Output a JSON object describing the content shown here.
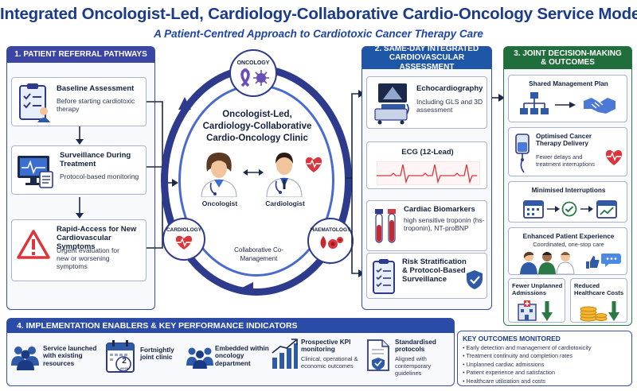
{
  "header": {
    "title": "Integrated Oncologist-Led, Cardiology-Collaborative Cardio-Oncology Service Model",
    "subtitle": "A Patient-Centred Approach to Cardiotoxic Cancer Therapy Care"
  },
  "referral": {
    "heading": "1. PATIENT REFERRAL PATHWAYS",
    "cards": [
      {
        "title": "Baseline Assessment",
        "text": "Before starting cardiotoxic therapy"
      },
      {
        "title": "Surveillance During Treatment",
        "text": "Protocol-based monitoring"
      },
      {
        "title": "Rapid-Access for New Cardiovascular Symptoms",
        "text": "Urgent evaluation for new or worsening symptoms"
      }
    ]
  },
  "clinic": {
    "title": "Oncologist-Led, Cardiology-Collaborative Cardio-Oncology Clinic",
    "oncologist_label": "Oncologist",
    "cardiologist_label": "Cardiologist",
    "co_management": "Collaborative Co-Management",
    "badges": {
      "oncology": "ONCOLOGY",
      "cardiology": "CARDIOLOGY",
      "haematology": "HAEMATOLOGY"
    }
  },
  "assessment": {
    "heading": "2. SAME-DAY INTEGRATED CARDIOVASCULAR ASSESSMENT",
    "cards": [
      {
        "title": "Echocardiography",
        "text": "Including GLS and 3D assessment"
      },
      {
        "title": "ECG (12-Lead)",
        "text": ""
      },
      {
        "title": "Cardiac Biomarkers",
        "text": "high sensitive troponin (hs-troponin), NT-proBNP"
      },
      {
        "title": "Risk Stratification & Protocol-Based Surveillance",
        "text": ""
      }
    ]
  },
  "decision": {
    "heading": "3. JOINT DECISION-MAKING & OUTCOMES",
    "shared_plan": "Shared Management Plan",
    "optimised": {
      "title": "Optimised Cancer Therapy Delivery",
      "text": "Fewer delays and treatment interruptions"
    },
    "minimised": "Minimised Interruptions",
    "experience": {
      "title": "Enhanced Patient Experience",
      "text": "Coordinated, one-stop care"
    },
    "fewer_admissions": "Fewer Unplanned Admissions",
    "reduced_costs": "Reduced Healthcare Costs"
  },
  "enablers": {
    "heading": "4. IMPLEMENTATION ENABLERS & KEY PERFORMANCE INDICATORS",
    "items": [
      {
        "title": "Service launched with existing resources",
        "text": ""
      },
      {
        "title": "Fortnightly joint clinic",
        "text": ""
      },
      {
        "title": "Embedded within oncology department",
        "text": ""
      },
      {
        "title": "Prospective KPI monitoring",
        "text": "Clinical, operational & economic outcomes"
      },
      {
        "title": "Standardised protocols",
        "text": "Aligned with contemporary guidelines"
      }
    ],
    "calendar_number": "2",
    "calendar_unit": "week",
    "outcomes_heading": "KEY OUTCOMES MONITORED",
    "outcomes": [
      "Early detection and management of cardiotoxicity",
      "Treatment continuity and completion rates",
      "Unplanned cardiac admissions",
      "Patient experience and satisfaction",
      "Healthcare utilisation and costs"
    ]
  },
  "colors": {
    "navy": "#2e3a8c",
    "blue": "#1f57a8",
    "green": "#1f6e3c",
    "red": "#d9363e"
  }
}
